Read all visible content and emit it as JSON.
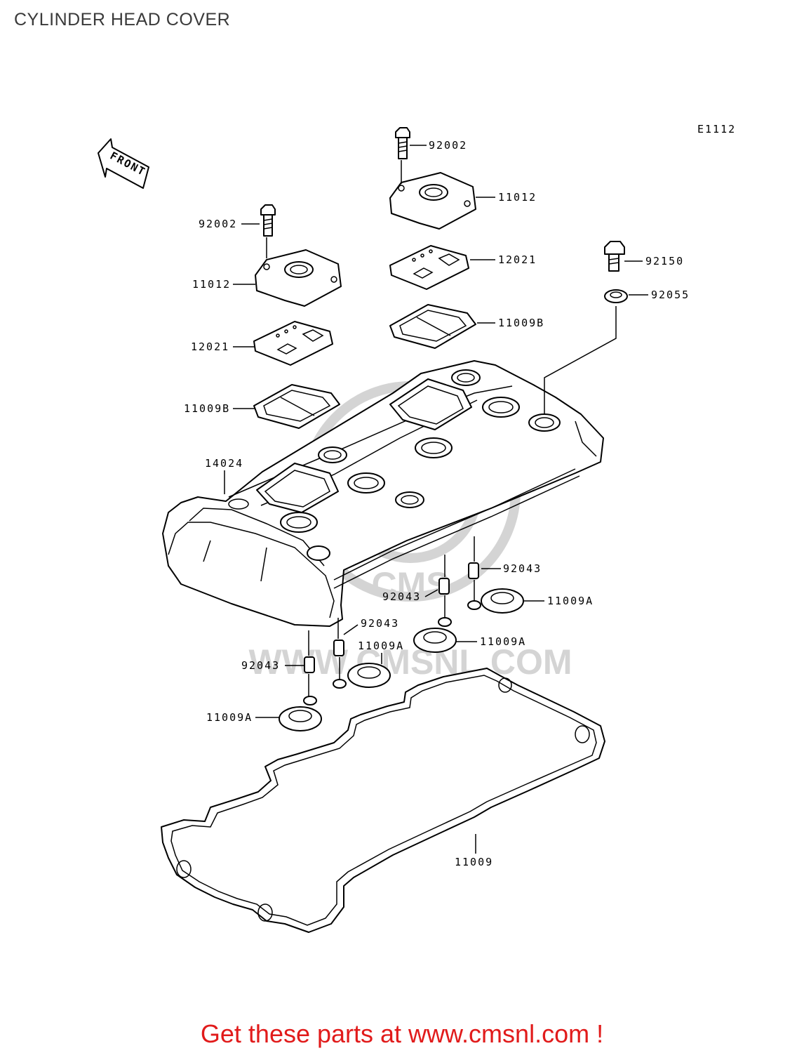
{
  "page": {
    "title": "CYLINDER HEAD COVER",
    "diagram_code": "E1112",
    "front_label": "FRONT",
    "footer_text": "Get these parts at www.cmsnl.com !",
    "watermark_text": "WWW.CMSNL.COM",
    "watermark_logo_text": "CMS",
    "accent_color": "#e11b1b"
  },
  "callouts": [
    {
      "label": "92002"
    },
    {
      "label": "11012"
    },
    {
      "label": "12021"
    },
    {
      "label": "11009B"
    },
    {
      "label": "92150"
    },
    {
      "label": "92055"
    },
    {
      "label": "92002"
    },
    {
      "label": "11012"
    },
    {
      "label": "12021"
    },
    {
      "label": "11009B"
    },
    {
      "label": "14024"
    },
    {
      "label": "92043"
    },
    {
      "label": "11009A"
    },
    {
      "label": "92043"
    },
    {
      "label": "11009A"
    },
    {
      "label": "92043"
    },
    {
      "label": "11009A"
    },
    {
      "label": "92043"
    },
    {
      "label": "11009A"
    },
    {
      "label": "11009"
    }
  ]
}
